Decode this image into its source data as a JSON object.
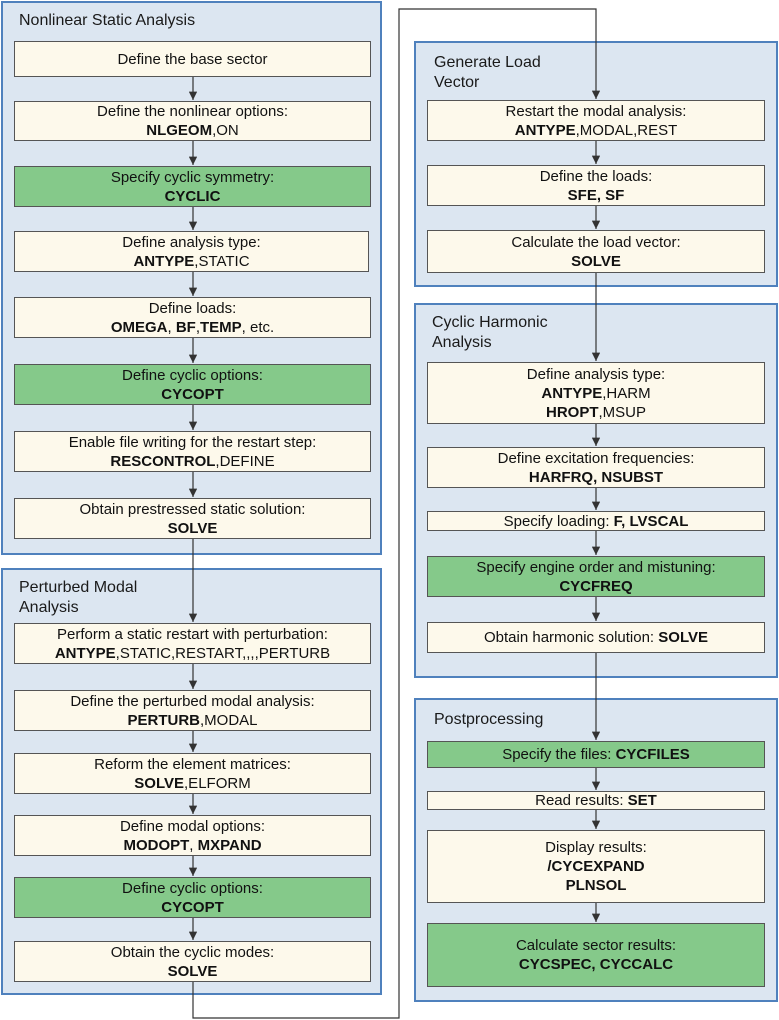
{
  "colors": {
    "group_fill": "#dce6f1",
    "group_border": "#4f81bd",
    "step_fill": "#fdf9eb",
    "highlight_fill": "#85c98a",
    "connector": "#333333"
  },
  "groups": {
    "nonlinear": {
      "title": "Nonlinear Static Analysis"
    },
    "perturbed": {
      "title": "Perturbed Modal Analysis"
    },
    "loadvector": {
      "title": "Generate Load Vector"
    },
    "harmonic": {
      "title": "Cyclic Harmonic Analysis"
    },
    "post": {
      "title": "Postprocessing"
    }
  },
  "steps": {
    "base_sector": {
      "label": "Define the base sector"
    },
    "nonlinear_options": {
      "label": "Define the nonlinear options:",
      "cmd": "NLGEOM",
      "args": ",ON"
    },
    "cyclic_symmetry": {
      "label": "Specify cyclic symmetry:",
      "cmd": "CYCLIC"
    },
    "analysis_type_static": {
      "label": "Define analysis type:",
      "cmd": "ANTYPE",
      "args": ",STATIC"
    },
    "define_loads": {
      "label": "Define loads:",
      "c1": "OMEGA",
      "s1": ", ",
      "c2": "BF",
      "s2": ",",
      "c3": "TEMP",
      "s3": ", etc."
    },
    "cyclic_options_1": {
      "label": "Define cyclic options:",
      "cmd": "CYCOPT"
    },
    "file_writing": {
      "label": "Enable file writing for the restart step:",
      "cmd": "RESCONTROL",
      "args": ",DEFINE"
    },
    "static_solution": {
      "label": "Obtain prestressed static solution:",
      "cmd": "SOLVE"
    },
    "static_restart": {
      "label": "Perform a static restart with perturbation:",
      "cmd": "ANTYPE",
      "args": ",STATIC,RESTART,,,,PERTURB"
    },
    "perturbed_modal": {
      "label": "Define the perturbed modal analysis:",
      "cmd": "PERTURB",
      "args": ",MODAL"
    },
    "reform_matrices": {
      "label": "Reform the element matrices:",
      "cmd": "SOLVE",
      "args": ",ELFORM"
    },
    "modal_options": {
      "label": "Define modal options:",
      "c1": "MODOPT",
      "s1": ", ",
      "c2": "MXPAND"
    },
    "cyclic_options_2": {
      "label": "Define cyclic options:",
      "cmd": "CYCOPT"
    },
    "cyclic_modes": {
      "label": "Obtain the cyclic modes:",
      "cmd": "SOLVE"
    },
    "restart_modal": {
      "label": "Restart the modal analysis:",
      "cmd": "ANTYPE",
      "args": ",MODAL,REST"
    },
    "define_the_loads": {
      "label": "Define the loads:",
      "cmd": "SFE, SF"
    },
    "load_vector": {
      "label": "Calculate the load vector:",
      "cmd": "SOLVE"
    },
    "analysis_type_harm": {
      "label": "Define analysis type:",
      "cmd1": "ANTYPE",
      "args1": ",HARM",
      "cmd2": "HROPT",
      "args2": ",MSUP"
    },
    "excitation_freq": {
      "label": "Define excitation frequencies:",
      "cmd": "HARFRQ, NSUBST"
    },
    "specify_loading": {
      "label": "Specify loading: ",
      "cmd": "F, LVSCAL"
    },
    "engine_order": {
      "label": "Specify engine order and mistuning:",
      "cmd": "CYCFREQ"
    },
    "harmonic_solution": {
      "label": "Obtain harmonic solution: ",
      "cmd": "SOLVE"
    },
    "specify_files": {
      "label": "Specify the files: ",
      "cmd": "CYCFILES"
    },
    "read_results": {
      "label": "Read results: ",
      "cmd": "SET"
    },
    "display_results": {
      "label": "Display results:",
      "cmd1": "/CYCEXPAND",
      "cmd2": "PLNSOL"
    },
    "sector_results": {
      "label": "Calculate sector results:",
      "cmd": "CYCSPEC, CYCCALC"
    }
  }
}
